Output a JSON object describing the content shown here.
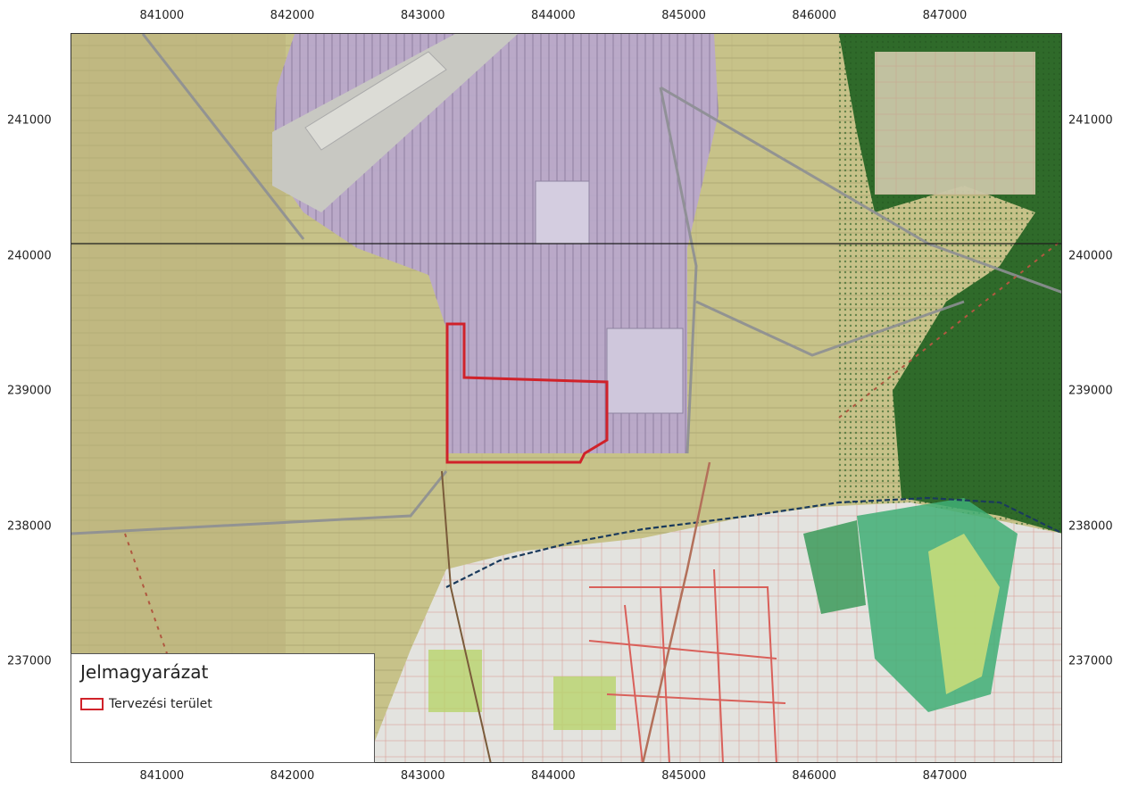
{
  "axes": {
    "x_ticks": [
      "841000",
      "842000",
      "843000",
      "844000",
      "845000",
      "846000",
      "847000"
    ],
    "y_ticks": [
      "241000",
      "240000",
      "239000",
      "238000",
      "237000"
    ]
  },
  "legend": {
    "title": "Jelmagyarázat",
    "item_label": "Tervezési terület"
  },
  "colors": {
    "boundary": "#d0222a",
    "industrial_zone": "#b8a6cf",
    "forest": "#2f6a2a",
    "farmland": "#c9c48a",
    "town": "#e3e3df",
    "town_roads": "#d9605a"
  },
  "map": {
    "x_range": [
      840300,
      847900
    ],
    "y_range": [
      236250,
      241650
    ]
  }
}
